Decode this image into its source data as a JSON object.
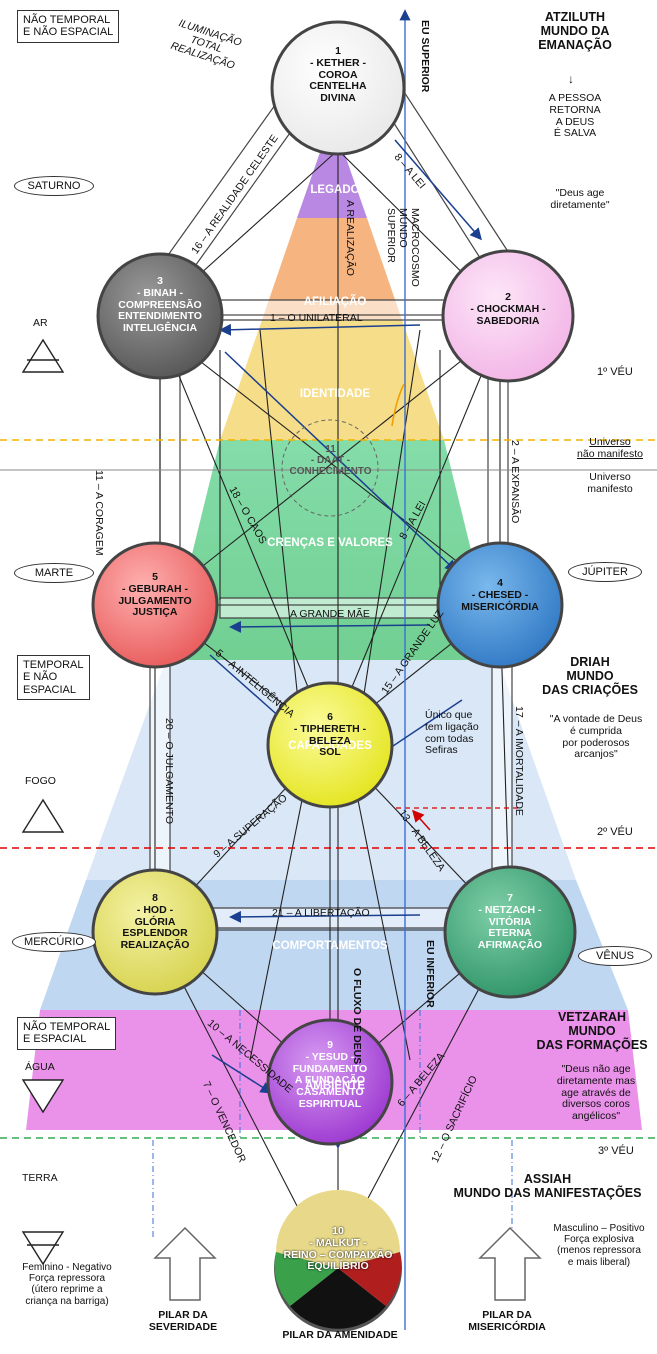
{
  "corner_boxes": {
    "top": "NÃO TEMPORAL\nE NÃO ESPACIAL",
    "middle": "TEMPORAL\nE NÃO\nESPACIAL",
    "lower": "NÃO TEMPORAL\nE ESPACIAL"
  },
  "illumination": "ILUMINAÇÃO\nTOTAL\nREALIZAÇÃO",
  "planets": {
    "saturn": "SATURNO",
    "mars": "MARTE",
    "jupiter": "JÚPITER",
    "mercury": "MERCÚRIO",
    "venus": "VÊNUS"
  },
  "elements": {
    "air": "AR",
    "fire": "FOGO",
    "water": "ÁGUA",
    "earth": "TERRA"
  },
  "worlds": {
    "atziluth": "ATZILUTH\nMUNDO DA\nEMANAÇÃO",
    "atziluth_note": "A PESSOA\nRETORNA\nA DEUS\nÉ SALVA",
    "atziluth_quote": "\"Deus age\ndiretamente\"",
    "driah": "DRIAH\nMUNDO\nDAS CRIAÇÕES",
    "driah_quote": "\"A vontade de Deus\né cumprida\npor poderosos\narcanjos\"",
    "vetzarah": "VETZARAH\nMUNDO\nDAS FORMAÇÕES",
    "vetzarah_quote": "\"Deus não age\ndiretamente mas\nage através de\ndiversos coros\nangélicos\"",
    "assiah": "ASSIAH\nMUNDO DAS MANIFESTAÇÕES"
  },
  "veils": {
    "first": "1º VÉU",
    "second": "2º VÉU",
    "third": "3º VÉU",
    "unmanifest": "Universo\nnão manifesto",
    "manifest": "Universo\nmanifesto"
  },
  "levels": {
    "legacy": "LEGADO",
    "affiliation": "AFILIAÇÃO",
    "identity": "IDENTIDADE",
    "beliefs": "CRENÇAS E VALORES",
    "capabilities": "CAPACIDADES",
    "behaviors": "COMPORTAMENTOS",
    "environment": "AMBIENTE"
  },
  "sephiroth": {
    "kether": "1\n- KETHER -\nCOROA\nCENTELHA\nDIVINA",
    "chockmah": "2\n- CHOCKMAH -\nSABEDORIA",
    "binah": "3\n- BINAH -\nCOMPREENSÃO\nENTENDIMENTO\nINTELIGÊNCIA",
    "chesed": "4\n- CHESED -\nMISERICÓRDIA",
    "geburah": "5\n- GEBURAH -\nJULGAMENTO\nJUSTIÇA",
    "tiphereth": "6\n- TIPHERETH -\nBELEZA\nSOL",
    "netzach": "7\n- NETZACH -\nVITÓRIA\nETERNA\nAFIRMAÇÃO",
    "hod": "8\n- HOD -\nGLÓRIA\nESPLENDOR\nREALIZAÇÃO",
    "yesud": "9\n- YESUD -\nFUNDAMENTO\nA FUNDAÇÃO\nCASAMENTO\nESPIRITUAL",
    "malkut": "10\n- MALKUT -\nREINO – COMPAIXÃO\nEQUILÍBRIO",
    "daat": "11\n- DAAT -\nCONHECIMENTO"
  },
  "paths": {
    "p1": "1 – O UNILATERAL",
    "p2": "2 – A EXPANSÃO",
    "p3": "A REALIZAÇÃO",
    "p4": "A GRANDE MÃE",
    "p5": "5 – A INTELIGÊNCIA",
    "p6": "6 – A BELEZA",
    "p7": "7 – O VENCEDOR",
    "p8": "8 – A LEI",
    "p8b": "8 – A LEI",
    "p9": "9 – A SUPERAÇÃO",
    "p10": "10 – A NECESSIDADE",
    "p11": "11 – A CORAGEM",
    "p12": "12 – O SACRIFÍCIO",
    "p13": "13 – A BELEZA",
    "p15": "15 – A GRANDE LUZ",
    "p16": "16 – A REALIDADE CELESTE",
    "p17": "17 – A IMORTALIDADE",
    "p18": "18 – O CAOS",
    "p20": "20 – O JULGAMENTO",
    "p21": "21 – A LIBERTAÇÃO"
  },
  "axis_labels": {
    "eu_superior": "EU SUPERIOR",
    "eu_inferior": "EU INFERIOR",
    "macrocosmo": "MACROCOSMO\nMUNDO\nSUPERIOR",
    "fluxo": "O FLUXO DE DEUS"
  },
  "tiphereth_note": "Único que\ntem ligação\ncom todas\nSefiras",
  "feminine": "Feminino - Negativo\nForça repressora\n(útero reprime a\ncriança na barriga)",
  "masculine": "Masculino – Positivo\nForça explosiva\n(menos repressora\ne mais liberal)",
  "pillars": {
    "severity": "PILAR DA\nSEVERIDADE",
    "amenity": "PILAR DA AMENIDADE",
    "mercy": "PILAR DA\nMISERICÓRDIA"
  },
  "colors": {
    "legacy": "#b07be0",
    "affiliation": "#f0a060",
    "identity": "#f4d36a",
    "beliefs": "#58c77f",
    "capabilities": "#b9d5f0",
    "behaviors": "#9ec2e8",
    "environment": "#e67ee6",
    "kether": "#ffffff",
    "chockmah": "#f7c7ee",
    "binah": "#666666",
    "chesed": "#3f8fd6",
    "geburah": "#f07a7a",
    "tiphereth": "#eeee44",
    "netzach": "#3fa87a",
    "hod": "#e2e06a",
    "yesud": "#b24fe0",
    "veil_gold": "#f0b400",
    "veil_red": "#e00000",
    "veil_green": "#33aa55",
    "arrow": "#1b3f8f"
  }
}
